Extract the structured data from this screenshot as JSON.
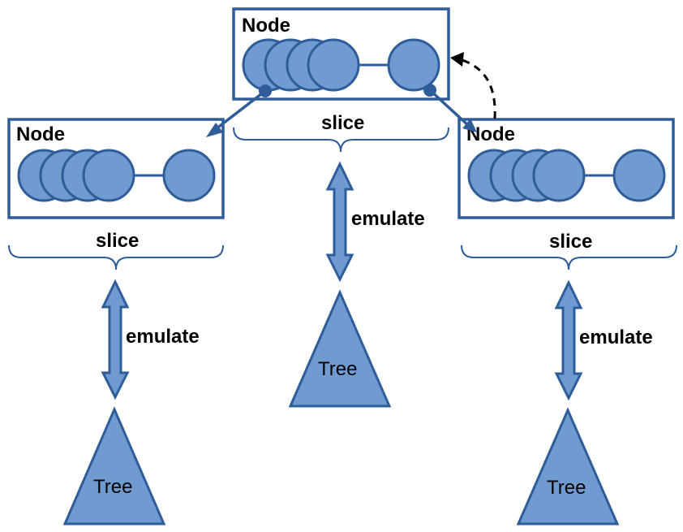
{
  "nodes": {
    "top": {
      "label": "Node",
      "slice": "slice",
      "emulate": "emulate",
      "tree": "Tree"
    },
    "left": {
      "label": "Node",
      "slice": "slice",
      "emulate": "emulate",
      "tree": "Tree"
    },
    "right": {
      "label": "Node",
      "slice": "slice",
      "emulate": "emulate",
      "tree": "Tree"
    }
  },
  "colors": {
    "fill": "#6f9bd1",
    "stroke": "#2e5d9a",
    "dashed_arrow": "#000000"
  }
}
